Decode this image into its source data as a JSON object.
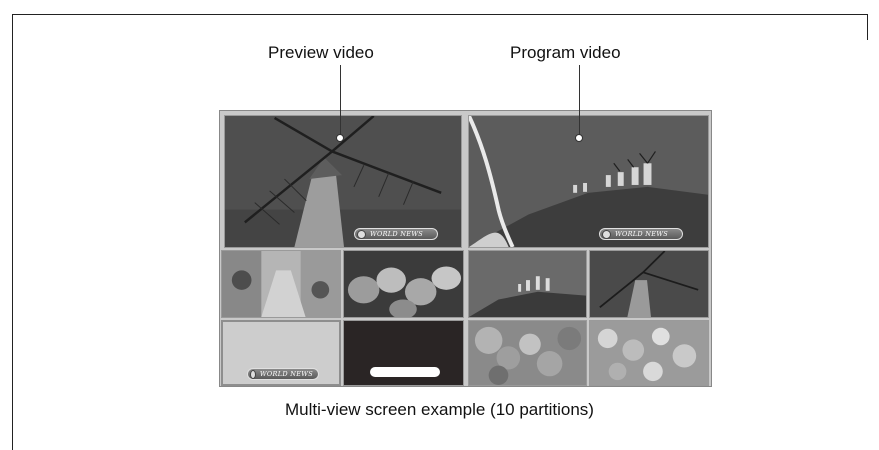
{
  "labels": {
    "preview": "Preview video",
    "program": "Program video",
    "caption": "Multi-view screen example (10 partitions)"
  },
  "badge_text": "WORLD NEWS",
  "tiles": [
    {
      "name": "preview-tile",
      "content": "windmill close-up",
      "badge": true
    },
    {
      "name": "program-tile",
      "content": "windmills on hill with page-turn effect",
      "badge": true
    },
    {
      "name": "small-tile-1",
      "content": "village street"
    },
    {
      "name": "small-tile-2",
      "content": "wine barrels"
    },
    {
      "name": "small-tile-3",
      "content": "windmills on hill"
    },
    {
      "name": "small-tile-4",
      "content": "windmill close-up"
    },
    {
      "name": "small-tile-5",
      "content": "gray background",
      "badge": true
    },
    {
      "name": "small-tile-6",
      "content": "black background with white bar"
    },
    {
      "name": "small-tile-7",
      "content": "grapes"
    },
    {
      "name": "small-tile-8",
      "content": "flowers"
    }
  ]
}
